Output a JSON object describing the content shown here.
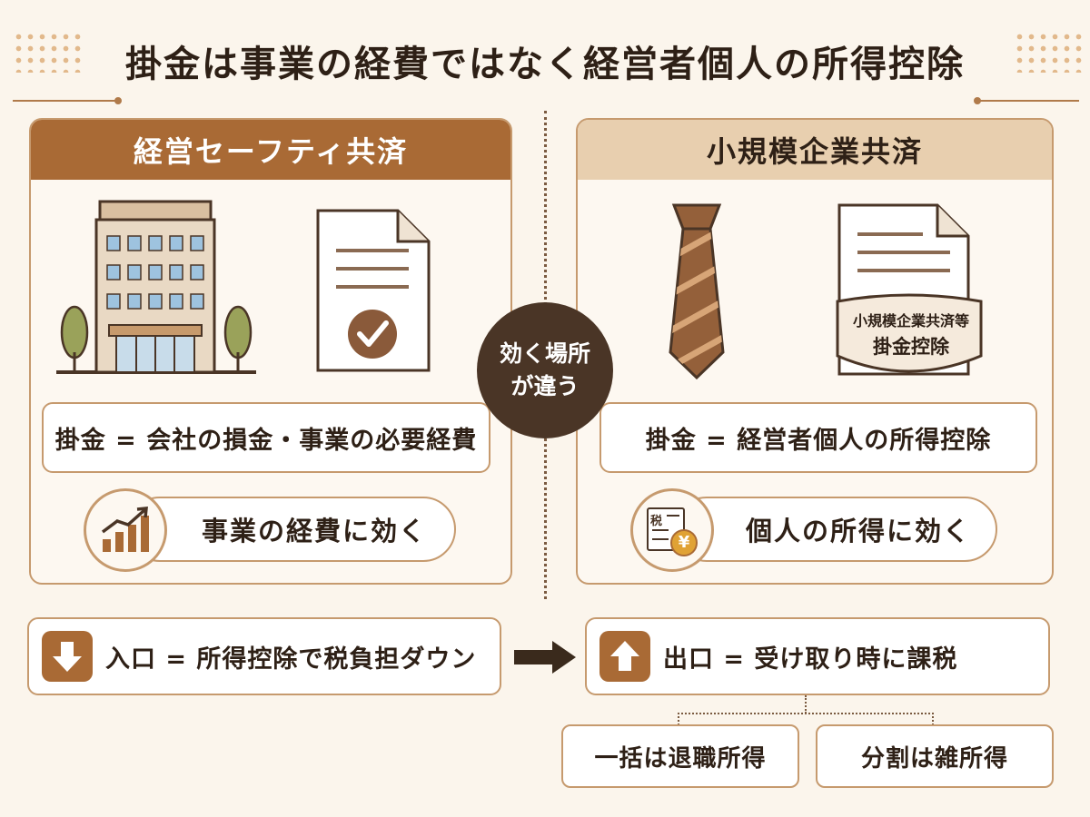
{
  "title": "掛金は事業の経費ではなく経営者個人の所得控除",
  "center_badge": {
    "line1": "効く場所",
    "line2": "が違う"
  },
  "left": {
    "heading": "経営セーフティ共済",
    "definition": "掛金 = 会社の損金・事業の必要経費",
    "effect": "事業の経費に効く"
  },
  "right": {
    "heading": "小規模企業共済",
    "shield_line1": "小規模企業共済等",
    "shield_line2": "掛金控除",
    "definition": "掛金 = 経営者個人の所得控除",
    "tax_icon_label": "税",
    "effect": "個人の所得に効く"
  },
  "flow": {
    "entry": "入口 = 所得控除で税負担ダウン",
    "exit": "出口 = 受け取り時に課税",
    "lump_sum": "一括は退職所得",
    "installment": "分割は雑所得"
  },
  "colors": {
    "background": "#fbf5ec",
    "brown_dark": "#4a3526",
    "brown_accent": "#a96a35",
    "tan": "#e8cfaf",
    "border": "#c69a6e"
  },
  "icons": [
    "office-building-icon",
    "document-check-icon",
    "necktie-icon",
    "document-shield-icon",
    "growth-chart-icon",
    "tax-yen-icon",
    "arrow-down-icon",
    "arrow-up-icon",
    "arrow-right-icon"
  ]
}
